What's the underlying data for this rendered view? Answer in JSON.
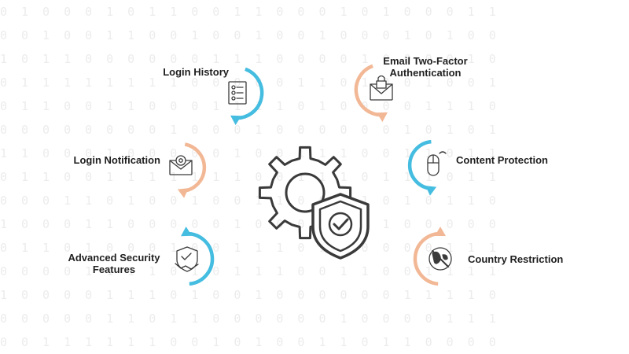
{
  "colors": {
    "blue": "#45bde0",
    "peach": "#f2b896",
    "icon": "#3a3a3a"
  },
  "center_icon": "gear-shield-check-icon",
  "features": [
    {
      "label": "Login History",
      "icon": "document-list-icon",
      "arc_color": "blue"
    },
    {
      "label": "Email Two-Factor\nAuthentication",
      "icon": "envelope-lock-icon",
      "arc_color": "peach"
    },
    {
      "label": "Login Notification",
      "icon": "envelope-at-icon",
      "arc_color": "peach"
    },
    {
      "label": "Content Protection",
      "icon": "mouse-icon",
      "arc_color": "blue"
    },
    {
      "label": "Advanced Security\nFeatures",
      "icon": "shield-handshake-icon",
      "arc_color": "blue"
    },
    {
      "label": "Country Restriction",
      "icon": "globe-restricted-icon",
      "arc_color": "peach"
    }
  ]
}
